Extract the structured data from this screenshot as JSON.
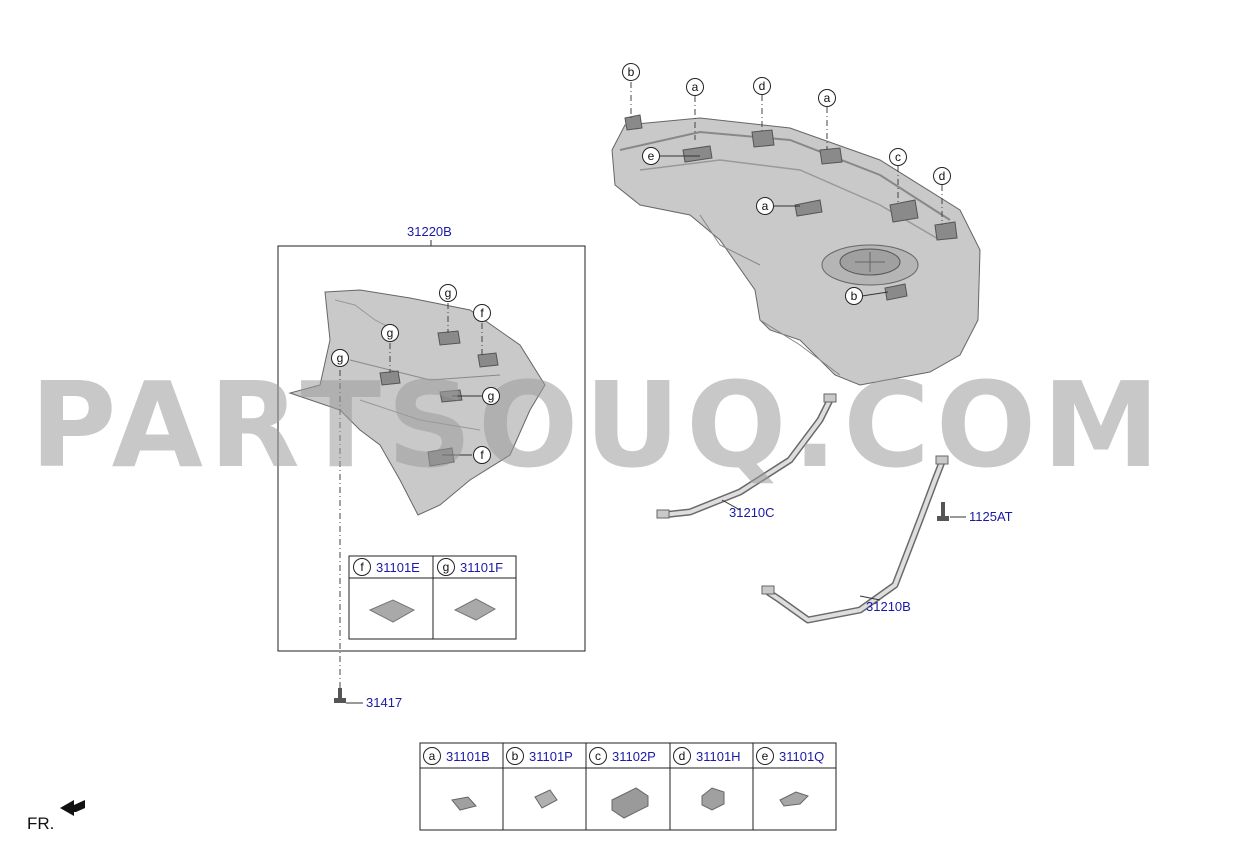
{
  "watermark": "PARTSOUQ.COM",
  "fr_label": "FR.",
  "parts": {
    "heat_shield_assy": "31220B",
    "strap_c": "31210C",
    "strap_b": "31210B",
    "bolt_strap": "1125AT",
    "bolt_shield": "31417"
  },
  "shield_table": [
    {
      "letter": "f",
      "part": "31101E"
    },
    {
      "letter": "g",
      "part": "31101F"
    }
  ],
  "pad_table": [
    {
      "letter": "a",
      "part": "31101B"
    },
    {
      "letter": "b",
      "part": "31101P"
    },
    {
      "letter": "c",
      "part": "31102P"
    },
    {
      "letter": "d",
      "part": "31101H"
    },
    {
      "letter": "e",
      "part": "31101Q"
    }
  ],
  "tank_callouts": [
    "b",
    "a",
    "d",
    "a",
    "e",
    "c",
    "d",
    "a",
    "b"
  ],
  "shield_callouts": [
    "g",
    "f",
    "g",
    "g",
    "g",
    "f"
  ]
}
